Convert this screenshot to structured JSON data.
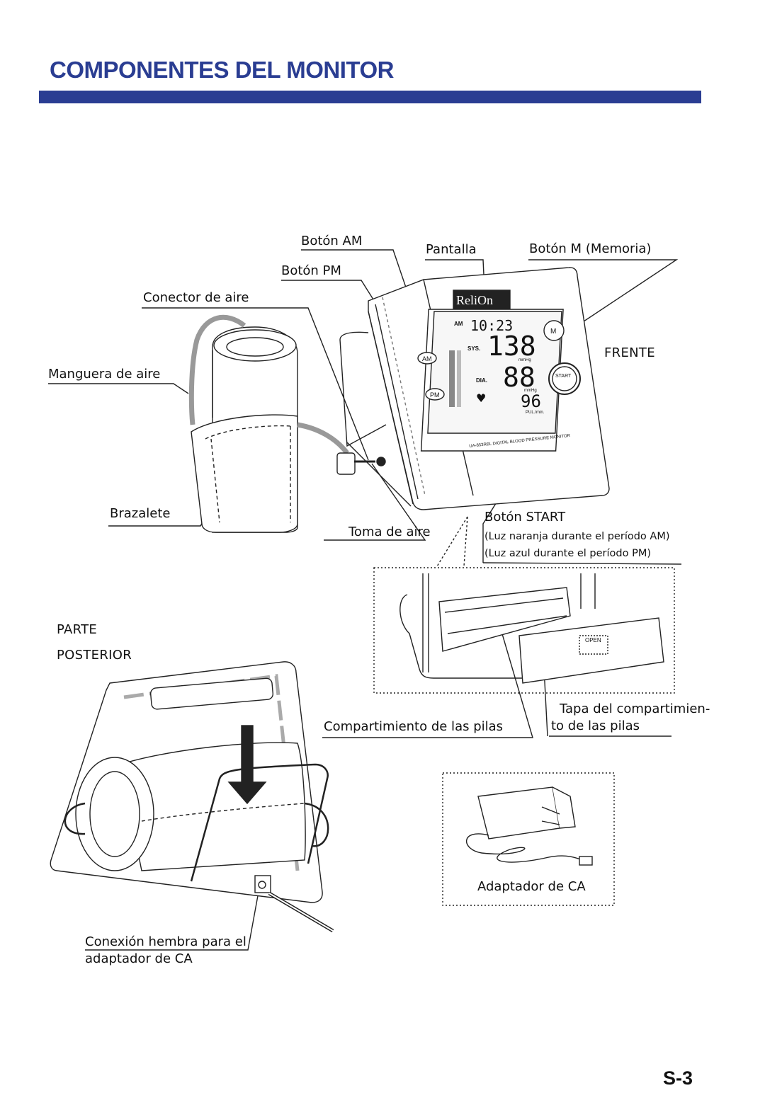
{
  "page": {
    "title": "COMPONENTES DEL MONITOR",
    "page_number": "S-3"
  },
  "labels": {
    "boton_am": "Botón AM",
    "boton_pm": "Botón PM",
    "pantalla": "Pantalla",
    "boton_m": "Botón M (Memoria)",
    "conector_aire": "Conector de aire",
    "manguera_aire": "Manguera de aire",
    "frente": "FRENTE",
    "brazalete": "Brazalete",
    "toma_aire": "Toma de aire",
    "boton_start": "Botón START",
    "luz_naranja": "(Luz naranja durante el período AM)",
    "luz_azul": "(Luz azul durante el período PM)",
    "parte": "PARTE",
    "posterior": "POSTERIOR",
    "compartimiento_pilas": "Compartimiento de las pilas",
    "tapa_line1": "Tapa del compartimien-",
    "tapa_line2": "to de las pilas",
    "adaptador_ca": "Adaptador de CA",
    "conexion_line1": "Conexión hembra para el",
    "conexion_line2": "adaptador de CA"
  },
  "device": {
    "brand": "ReliOn",
    "model_text": "UA-853REL DIGITAL BLOOD PRESSURE MONITOR",
    "display": {
      "am": "AM",
      "time": "10:23",
      "sys_label": "SYS.",
      "sys_value": "138",
      "dia_label": "DIA.",
      "dia_value": "88",
      "pulse_value": "96",
      "unit": "mmHg",
      "pulse_unit": "PUL./min."
    },
    "buttons": {
      "am": "AM",
      "pm": "PM",
      "m": "M",
      "start": "START"
    },
    "battery_cover_text": "OPEN"
  },
  "colors": {
    "accent": "#2a3d92"
  }
}
